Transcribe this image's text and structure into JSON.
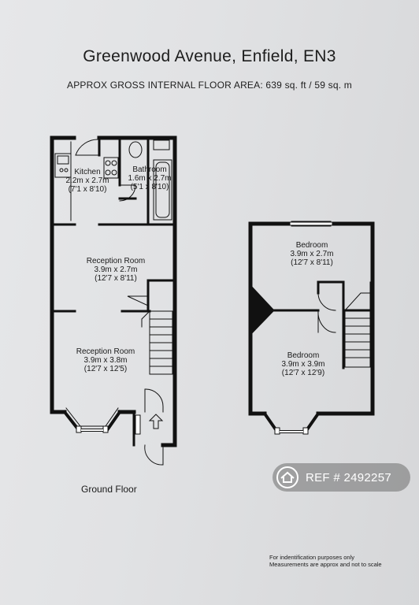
{
  "title": "Greenwood Avenue, Enfield, EN3",
  "subtitle": "APPROX GROSS INTERNAL FLOOR AREA:  639 sq. ft / 59 sq. m",
  "ground_floor": {
    "label": "Ground Floor",
    "kitchen": {
      "name": "Kitchen",
      "metric": "2.2m x 2.7m",
      "imperial": "(7'1 x 8'10)"
    },
    "bathroom": {
      "name": "Bathroom",
      "metric": "1.6m x 2.7m",
      "imperial": "(5'1 x 8'10)"
    },
    "reception_1": {
      "name": "Reception Room",
      "metric": "3.9m x 2.7m",
      "imperial": "(12'7 x 8'11)"
    },
    "reception_2": {
      "name": "Reception Room",
      "metric": "3.9m x 3.8m",
      "imperial": "(12'7 x 12'5)"
    }
  },
  "first_floor": {
    "bedroom_1": {
      "name": "Bedroom",
      "metric": "3.9m x 2.7m",
      "imperial": "(12'7 x 8'11)"
    },
    "bedroom_2": {
      "name": "Bedroom",
      "metric": "3.9m x 3.9m",
      "imperial": "(12'7 x 12'9)"
    }
  },
  "disclaimer": [
    "For indentification purposes only",
    "Measurements are approx and not to scale"
  ],
  "watermark": {
    "text": "REF # 2492257",
    "icon": "home-icon"
  }
}
